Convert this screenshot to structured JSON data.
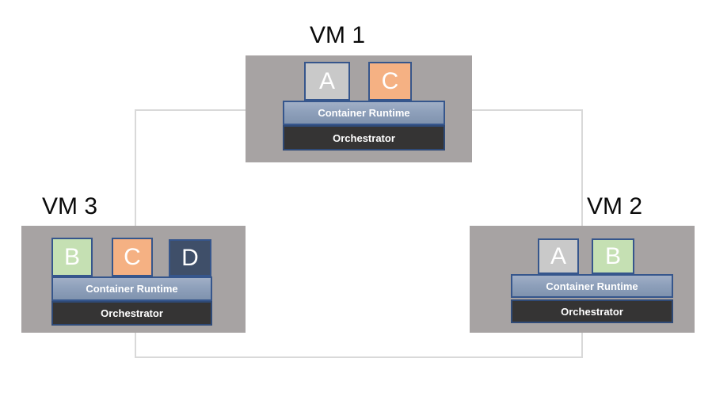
{
  "vms": [
    {
      "title": "VM 1",
      "containers": [
        {
          "label": "A",
          "color": "#c9c9c9"
        },
        {
          "label": "C",
          "color": "#f5b183"
        }
      ],
      "runtime_label": "Container Runtime",
      "orchestrator_label": "Orchestrator"
    },
    {
      "title": "VM 2",
      "containers": [
        {
          "label": "A",
          "color": "#c9c9c9"
        },
        {
          "label": "B",
          "color": "#c5e0b3"
        }
      ],
      "runtime_label": "Container Runtime",
      "orchestrator_label": "Orchestrator"
    },
    {
      "title": "VM 3",
      "containers": [
        {
          "label": "B",
          "color": "#c5e0b3"
        },
        {
          "label": "C",
          "color": "#f5b183"
        },
        {
          "label": "D",
          "color": "#3f4f69"
        }
      ],
      "runtime_label": "Container Runtime",
      "orchestrator_label": "Orchestrator"
    }
  ],
  "connections": [
    {
      "from": "VM 1",
      "to": "VM 3"
    },
    {
      "from": "VM 1",
      "to": "VM 2"
    },
    {
      "from": "VM 3",
      "to": "VM 2"
    }
  ],
  "colors": {
    "vm_background": "#a7a3a3",
    "container_border": "#36568c",
    "container_gray": "#c9c9c9",
    "container_green": "#c5e0b3",
    "container_orange": "#f5b183",
    "container_navy": "#3f4f69",
    "runtime_fill": "#8496b0",
    "runtime_border": "#36568c",
    "orchestrator_fill": "#353434",
    "orchestrator_border": "#2f4a77",
    "connector_line": "#d9d9d9",
    "text_on_dark": "#ffffff",
    "title_text": "#000000"
  }
}
